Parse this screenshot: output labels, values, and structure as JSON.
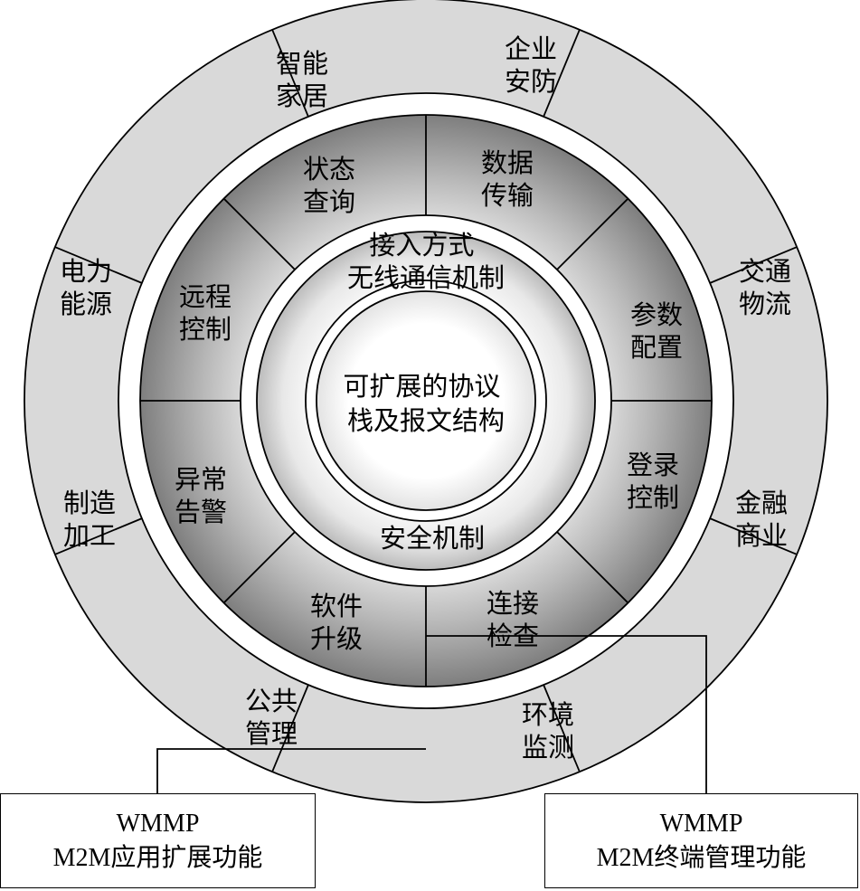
{
  "center": {
    "lines": [
      "可扩展的协议",
      "栈及报文结构"
    ]
  },
  "inner_ring": {
    "top": {
      "lines": [
        "接入方式",
        "无线通信机制"
      ]
    },
    "bottom": {
      "lines": [
        "安全机制"
      ]
    }
  },
  "functions": [
    {
      "id": "status-query",
      "lines": [
        "状态",
        "查询"
      ]
    },
    {
      "id": "data-transfer",
      "lines": [
        "数据",
        "传输"
      ]
    },
    {
      "id": "param-config",
      "lines": [
        "参数",
        "配置"
      ]
    },
    {
      "id": "login-control",
      "lines": [
        "登录",
        "控制"
      ]
    },
    {
      "id": "connection-check",
      "lines": [
        "连接",
        "检查"
      ]
    },
    {
      "id": "software-upgrade",
      "lines": [
        "软件",
        "升级"
      ]
    },
    {
      "id": "exception-alarm",
      "lines": [
        "异常",
        "告警"
      ]
    },
    {
      "id": "remote-control",
      "lines": [
        "远程",
        "控制"
      ]
    }
  ],
  "applications": [
    {
      "id": "smart-home",
      "lines": [
        "智能",
        "家居"
      ]
    },
    {
      "id": "enterprise-security",
      "lines": [
        "企业",
        "安防"
      ]
    },
    {
      "id": "traffic-logistics",
      "lines": [
        "交通",
        "物流"
      ]
    },
    {
      "id": "finance-commerce",
      "lines": [
        "金融",
        "商业"
      ]
    },
    {
      "id": "environment-monitoring",
      "lines": [
        "环境",
        "监测"
      ]
    },
    {
      "id": "public-management",
      "lines": [
        "公共",
        "管理"
      ]
    },
    {
      "id": "manufacturing",
      "lines": [
        "制造",
        "加工"
      ]
    },
    {
      "id": "power-energy",
      "lines": [
        "电力",
        "能源"
      ]
    }
  ],
  "callouts": {
    "left": {
      "lines": [
        "WMMP",
        "M2M应用扩展功能"
      ]
    },
    "right": {
      "lines": [
        "WMMP",
        "M2M终端管理功能"
      ]
    }
  },
  "colors": {
    "outer_ring": "#d9d9d9",
    "function_ring_dark": "#8c8c8c",
    "function_ring_light": "#ececec",
    "line": "#000000"
  }
}
